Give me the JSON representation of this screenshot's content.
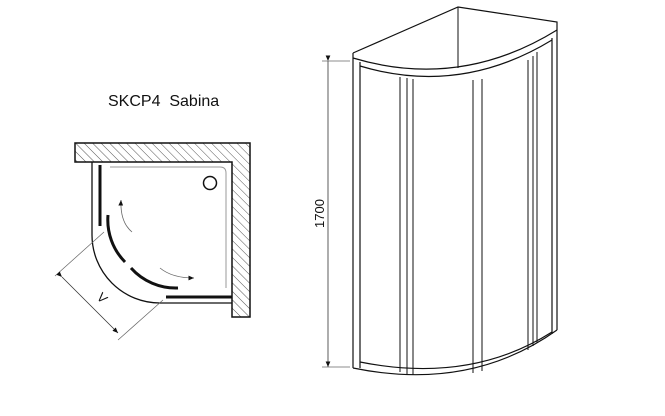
{
  "title": "SKCP4  Sabina",
  "plan_view": {
    "dimension_label": "V"
  },
  "elevation_view": {
    "height_label": "1700"
  },
  "colors": {
    "line": "#111111",
    "thin": "#555555",
    "tray": "#9a9a9a"
  }
}
